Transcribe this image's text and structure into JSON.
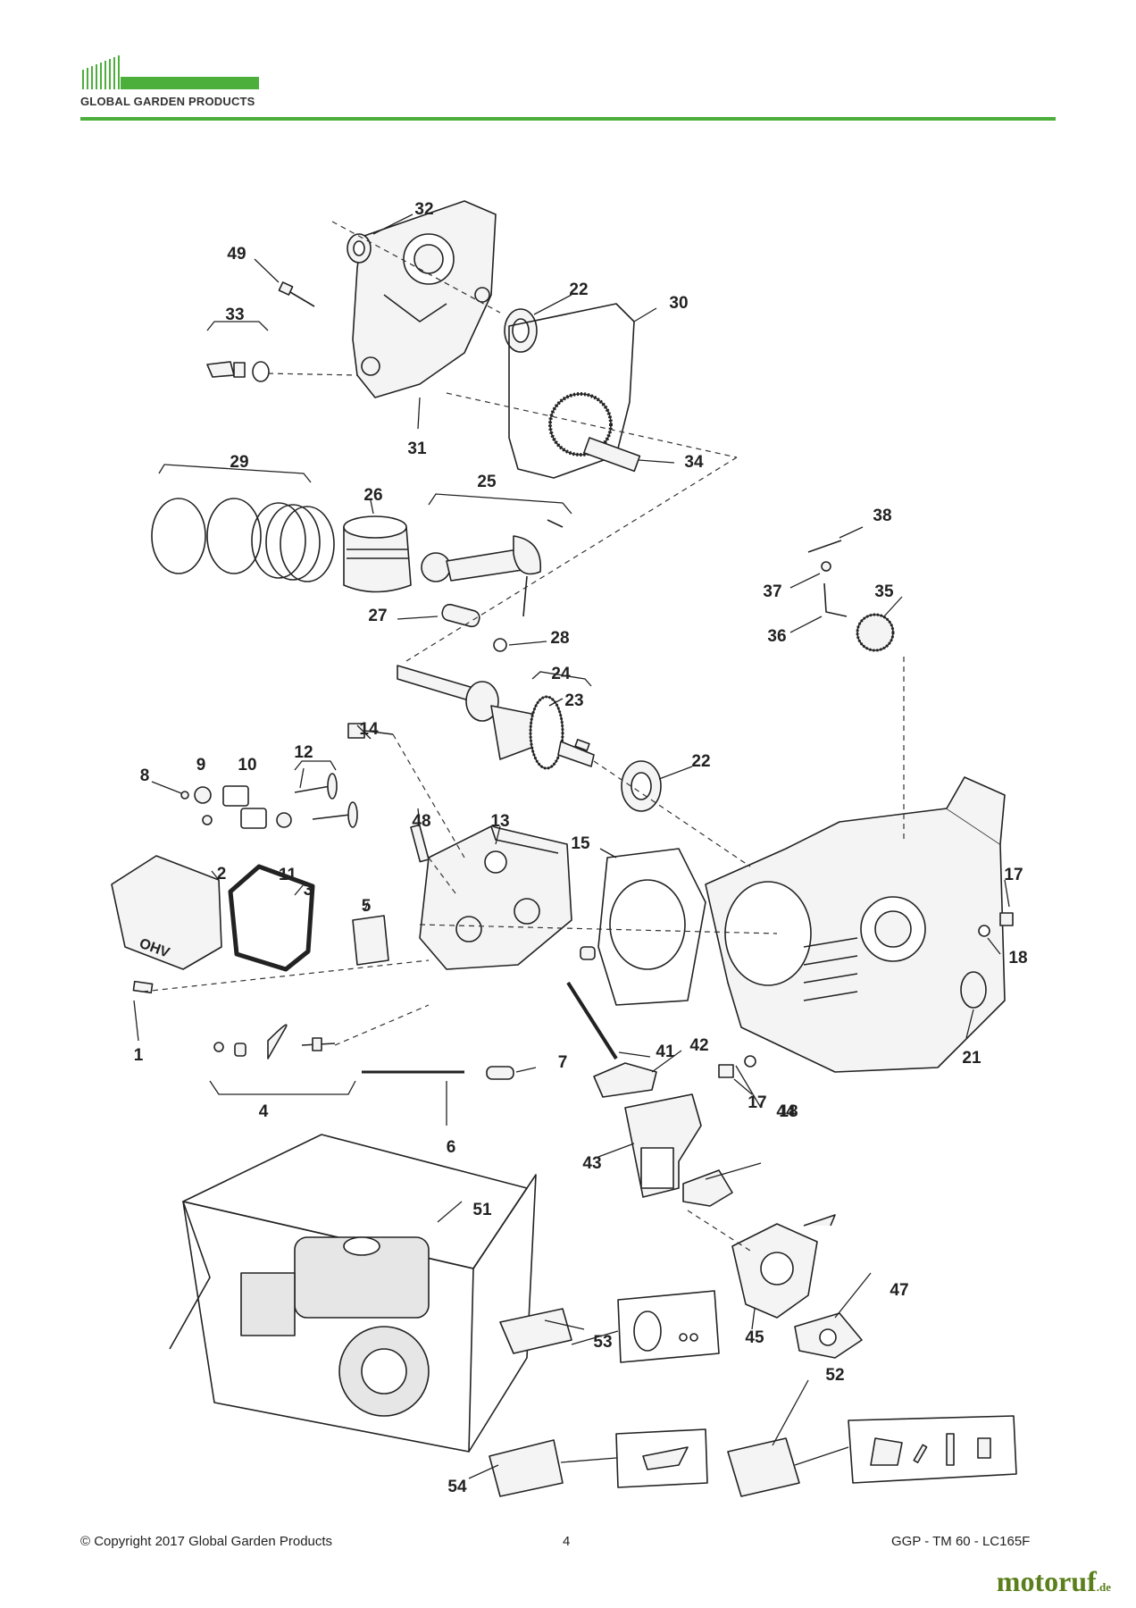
{
  "header": {
    "brand_text": "GLOBAL GARDEN PRODUCTS",
    "accent_color": "#4caf3b"
  },
  "callouts": [
    "1",
    "2",
    "3",
    "4",
    "5",
    "6",
    "7",
    "8",
    "9",
    "10",
    "11",
    "12",
    "13",
    "14",
    "15",
    "17",
    "17",
    "18",
    "18",
    "21",
    "22",
    "22",
    "23",
    "24",
    "25",
    "26",
    "27",
    "28",
    "29",
    "30",
    "31",
    "32",
    "33",
    "34",
    "35",
    "36",
    "37",
    "38",
    "41",
    "42",
    "43",
    "44",
    "45",
    "47",
    "48",
    "49",
    "51",
    "52",
    "53",
    "54"
  ],
  "engine_label": "OHV",
  "footer": {
    "copyright": "© Copyright 2017 Global Garden Products",
    "page_number": "4",
    "model": "GGP - TM 60 - LC165F"
  },
  "watermark": {
    "name": "motoruf",
    "suffix": ".de",
    "color": "#5b7f1c"
  }
}
